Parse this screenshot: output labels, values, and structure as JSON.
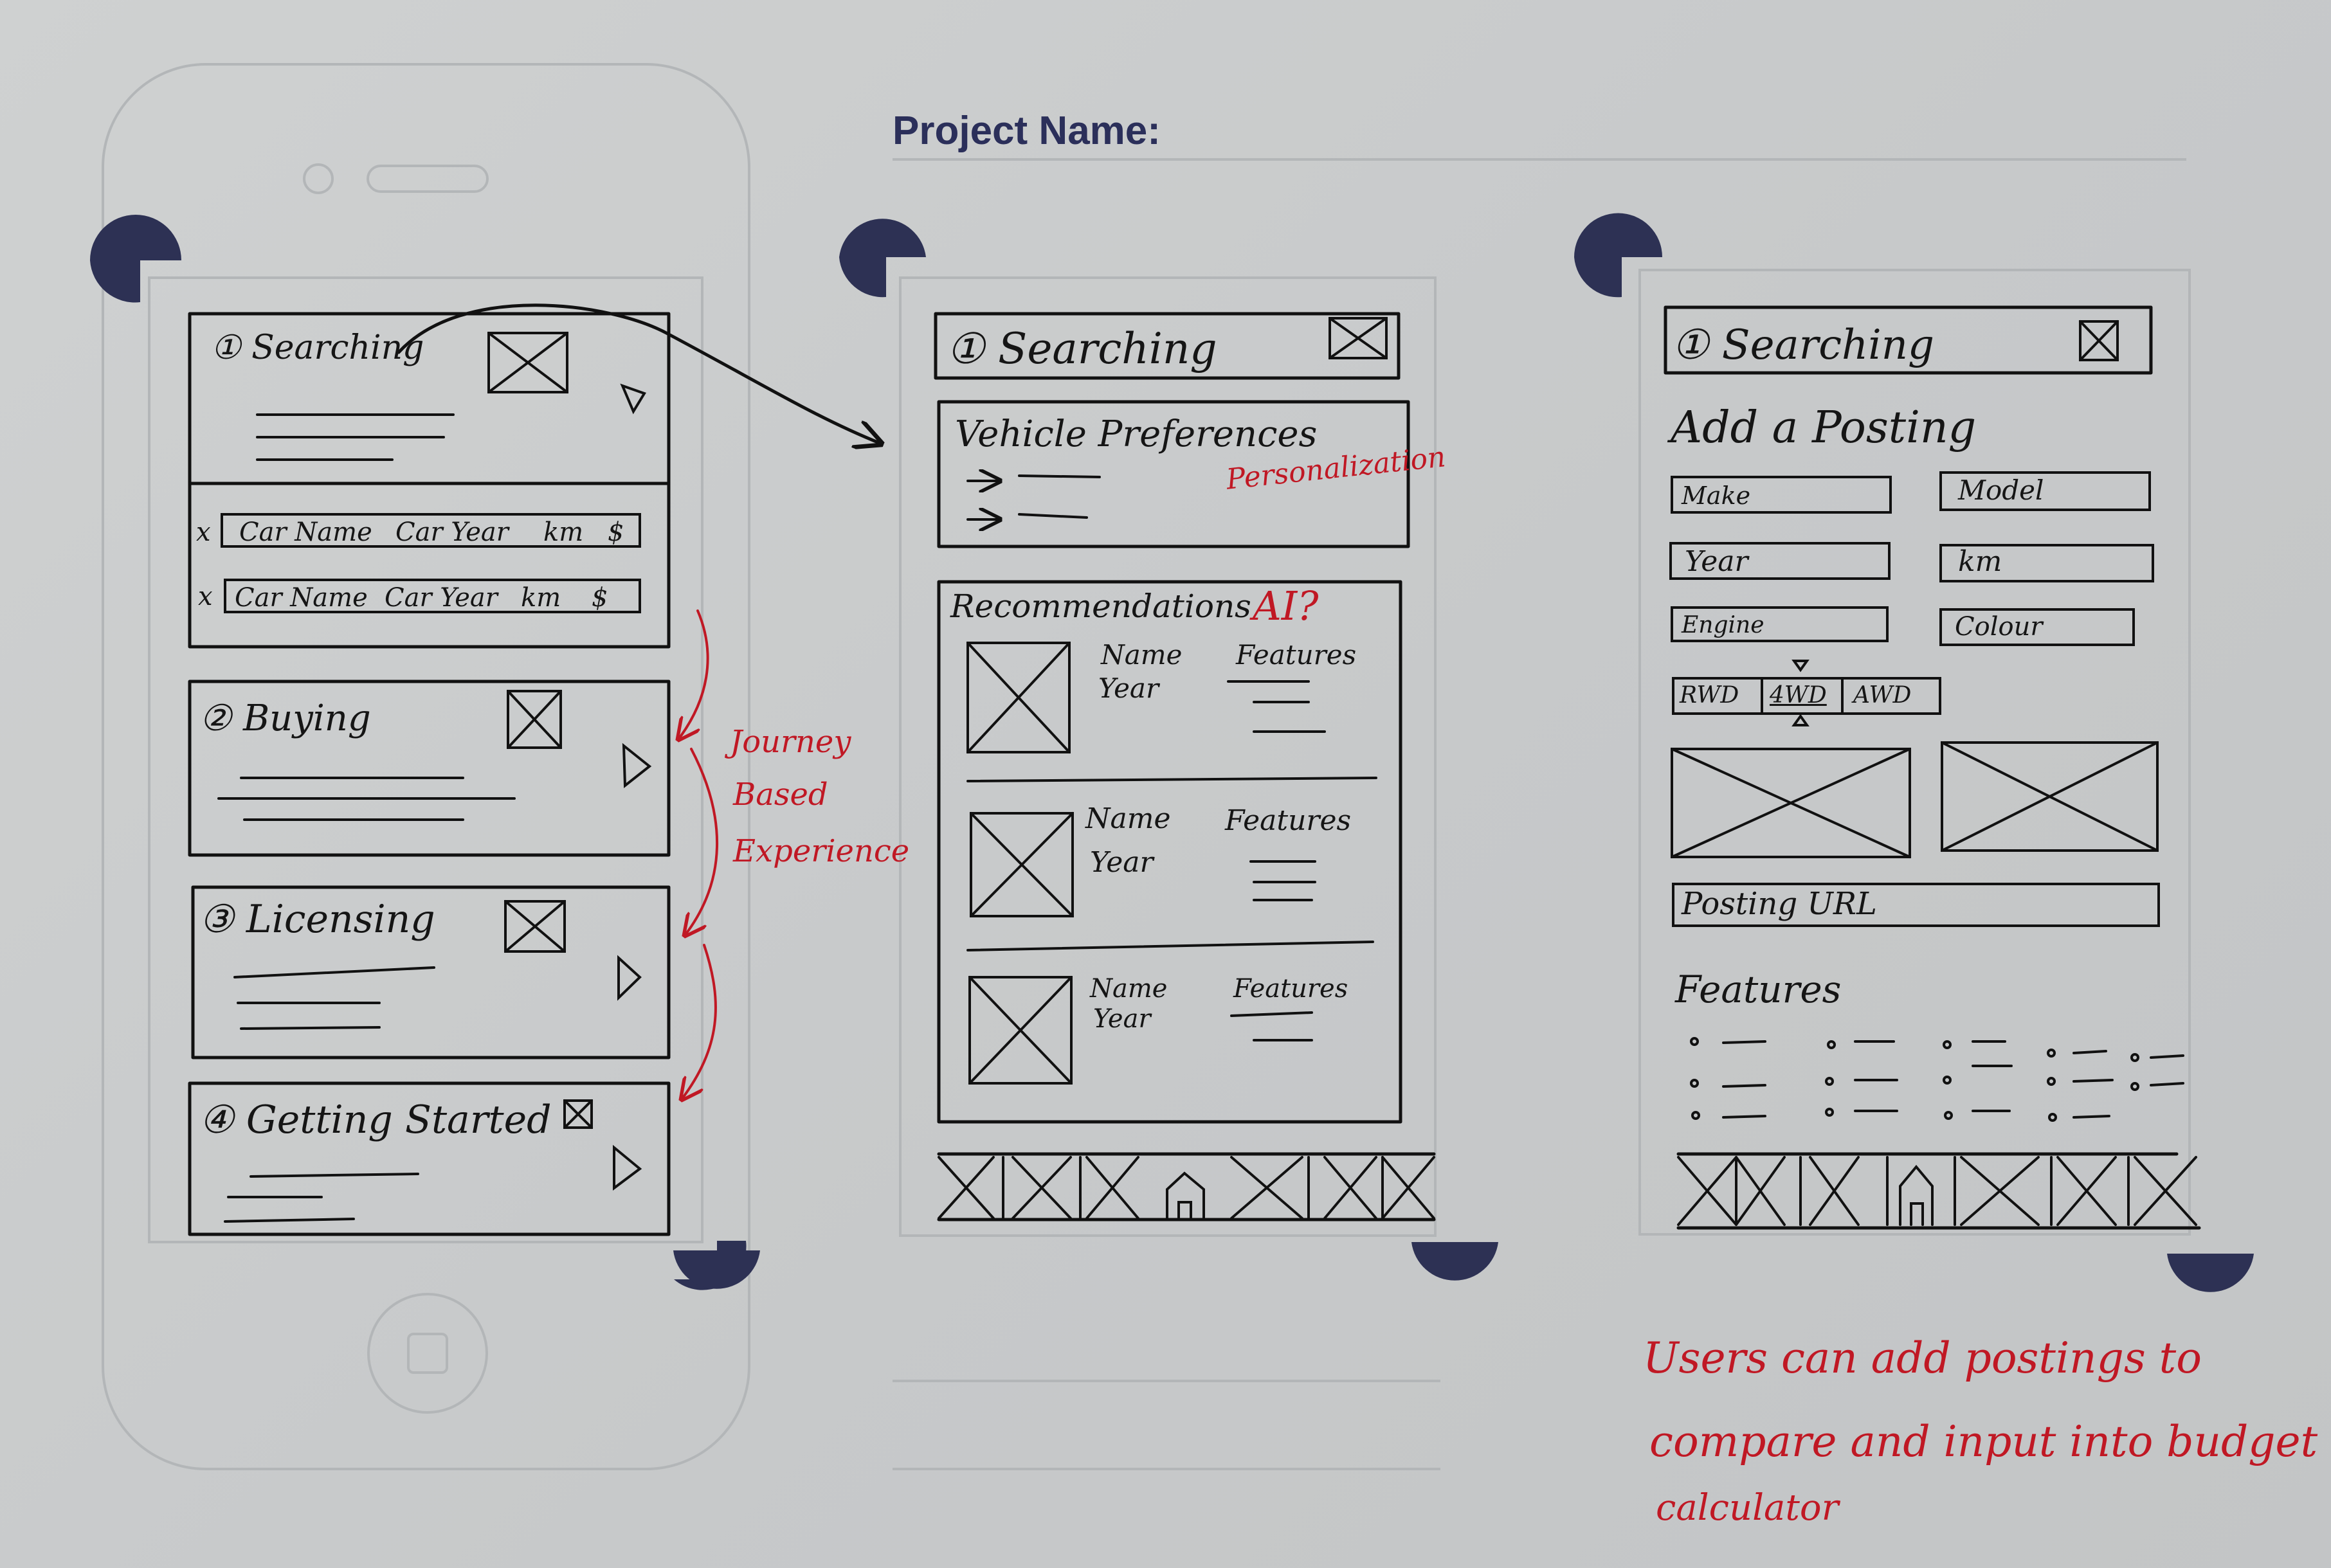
{
  "header": {
    "project_label": "Project Name:"
  },
  "colors": {
    "paper": "#c9cbcb",
    "ink": "#111111",
    "accent_navy": "#2d3154",
    "annotation_red": "#c01824",
    "guide_grey": "#b3b6b8"
  },
  "screen1": {
    "cards": [
      {
        "title": "① Searching",
        "icon": "play-icon"
      },
      {
        "title": "② Buying",
        "icon": "play-icon"
      },
      {
        "title": "③ Licensing",
        "icon": "play-icon"
      },
      {
        "title": "④ Getting Started",
        "icon": "play-icon"
      }
    ],
    "saved_rows": [
      {
        "remove": "x",
        "name": "Car Name",
        "year": "Car Year",
        "km": "km",
        "price": "$"
      },
      {
        "remove": "x",
        "name": "Car Name",
        "year": "Car Year",
        "km": "km",
        "price": "$"
      }
    ]
  },
  "annotation_journey": {
    "line1": "Journey",
    "line2": "Based",
    "line3": "Experience"
  },
  "screen2": {
    "header_title": "① Searching",
    "preferences_title": "Vehicle Preferences",
    "personalization_note": "Personalization",
    "recommendations_title": "Recommendations",
    "ai_note": "AI?",
    "items": [
      {
        "name": "Name",
        "year": "Year",
        "features": "Features"
      },
      {
        "name": "Name",
        "year": "Year",
        "features": "Features"
      },
      {
        "name": "Name",
        "year": "Year",
        "features": "Features"
      }
    ]
  },
  "screen3": {
    "header_title": "① Searching",
    "form_title": "Add a Posting",
    "fields": {
      "make": "Make",
      "model": "Model",
      "year": "Year",
      "km": "km",
      "engine": "Engine",
      "colour": "Colour"
    },
    "drive_options": [
      "RWD",
      "4WD",
      "AWD"
    ],
    "selected_drive": "4WD",
    "url_field": "Posting URL",
    "features_title": "Features"
  },
  "annotation_postings": {
    "line1": "Users can add postings to",
    "line2": "compare and input into budget",
    "line3": "calculator"
  }
}
